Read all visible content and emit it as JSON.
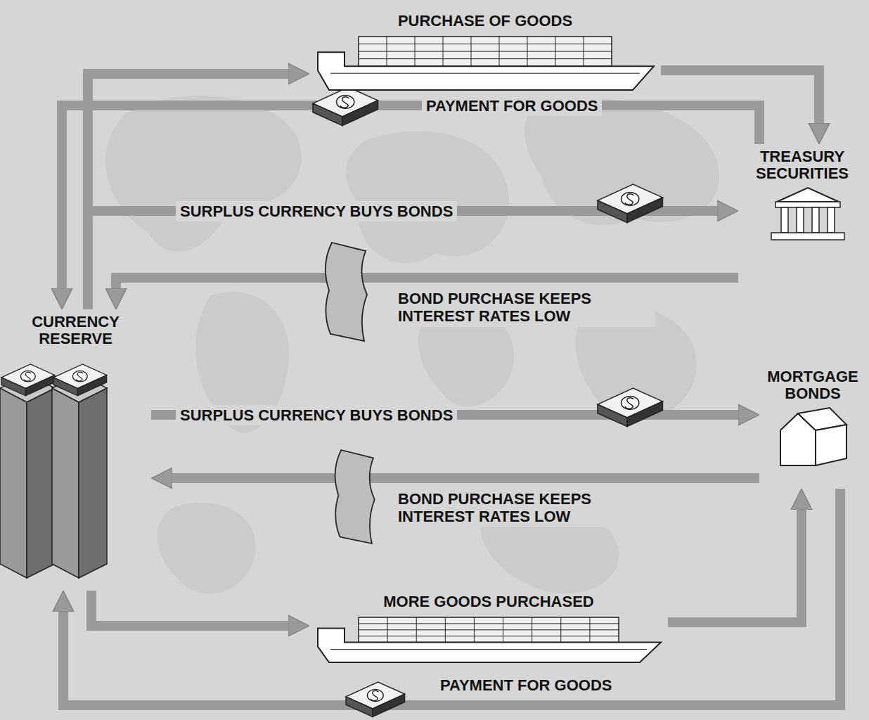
{
  "diagram": {
    "nodes": [
      {
        "text": [
          "CURRENCY RESERVE"
        ]
      },
      {
        "text": [
          "PURCHASE OF GOODS"
        ]
      },
      {
        "text": [
          "TREASURY SECURITIES"
        ]
      },
      {
        "text": [
          "MORTGAGE BONDS"
        ]
      },
      {
        "text": [
          "MORE GOODS PURCHASED"
        ]
      }
    ],
    "edges": [
      {
        "from": 0,
        "to": 1,
        "arrow": "to"
      },
      {
        "from": 1,
        "to": 2,
        "arrow": "to"
      },
      {
        "from": 2,
        "to": 0,
        "label": "PAYMENT FOR GOODS",
        "arrow": "to"
      },
      {
        "from": 0,
        "to": 2,
        "label": "SURPLUS CURRENCY BUYS BONDS",
        "arrow": "to"
      },
      {
        "from": 2,
        "to": 0,
        "label": "BOND PURCHASE KEEPS INTEREST RATES LOW",
        "arrow": "to"
      },
      {
        "from": 0,
        "to": 3,
        "label": "SURPLUS CURRENCY BUYS BONDS",
        "arrow": "to"
      },
      {
        "from": 3,
        "to": 0,
        "label": "BOND PURCHASE KEEPS INTEREST RATES LOW",
        "arrow": "to"
      },
      {
        "from": 0,
        "to": 4,
        "arrow": "to"
      },
      {
        "from": 4,
        "to": 3,
        "arrow": "to"
      },
      {
        "from": 3,
        "to": 0,
        "label": "PAYMENT FOR GOODS",
        "arrow": "to"
      }
    ]
  }
}
